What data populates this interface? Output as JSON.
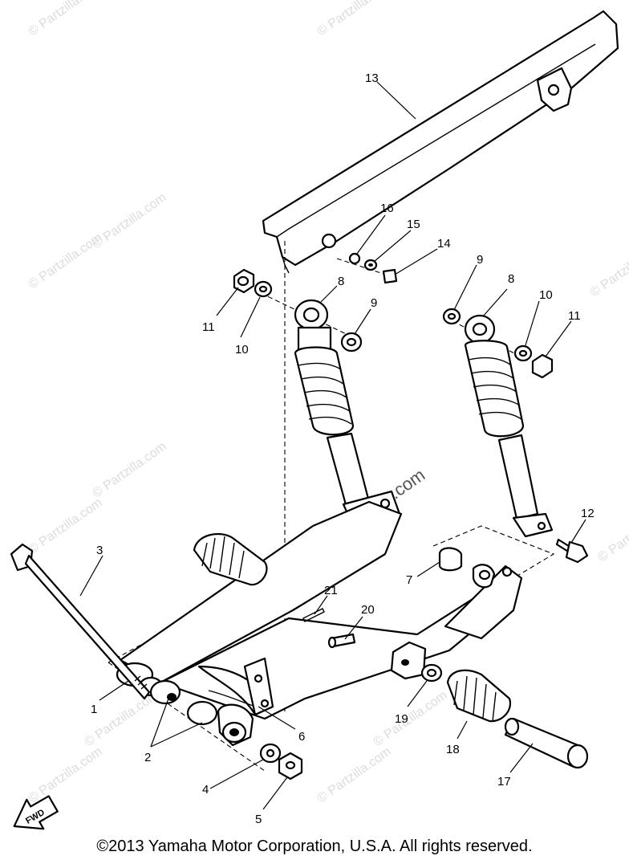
{
  "copyright": "©2013 Yamaha Motor Corporation, U.S.A. All rights reserved.",
  "watermark": "© Partzilla.com",
  "fwd_label": "FWD",
  "callouts": [
    "1",
    "2",
    "3",
    "4",
    "5",
    "6",
    "7",
    "8",
    "8",
    "9",
    "9",
    "10",
    "10",
    "11",
    "11",
    "12",
    "13",
    "14",
    "15",
    "16",
    "17",
    "18",
    "19",
    "20",
    "21"
  ]
}
